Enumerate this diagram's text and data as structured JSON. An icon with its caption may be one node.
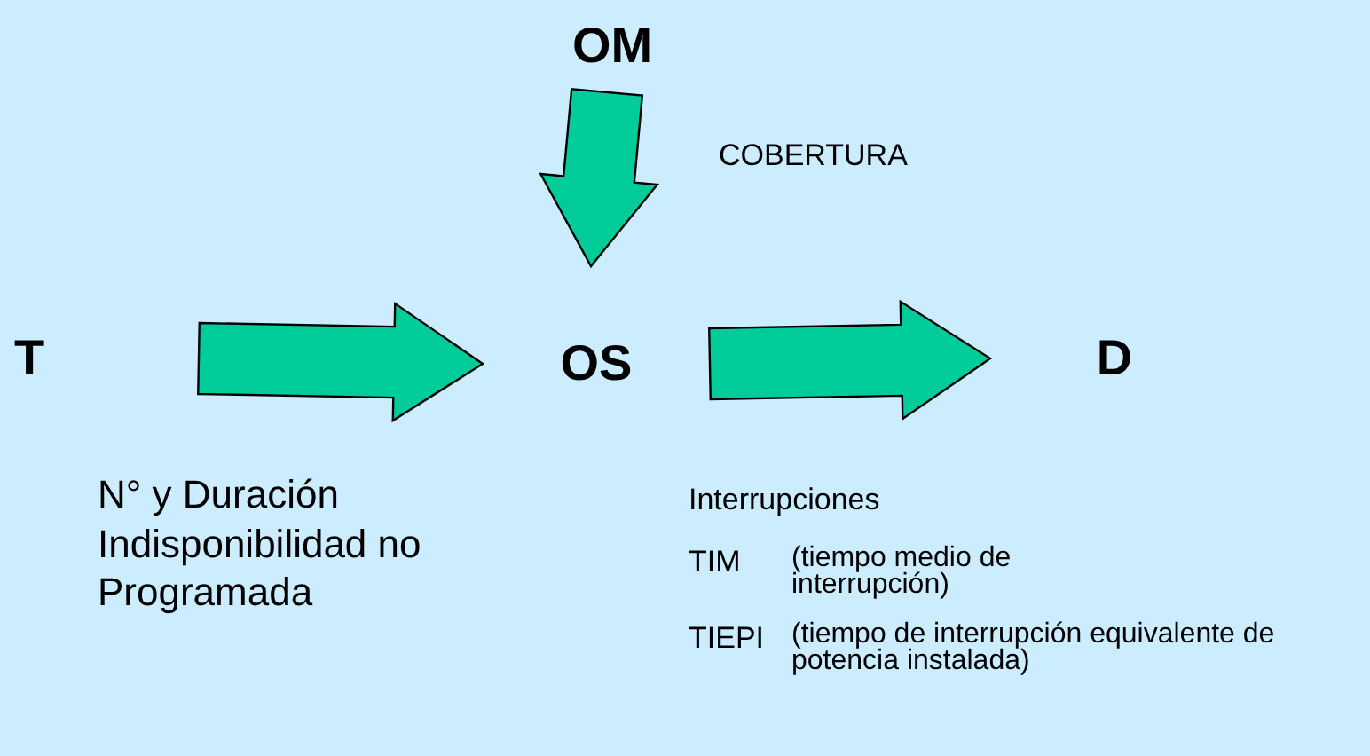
{
  "diagram": {
    "nodes": [
      {
        "text": [
          "OM"
        ]
      },
      {
        "text": [
          "T"
        ]
      },
      {
        "text": [
          "OS"
        ]
      },
      {
        "text": [
          "D"
        ]
      }
    ],
    "edges": [
      {
        "from": 0,
        "to": 2,
        "arrow": "to",
        "label": "COBERTURA"
      },
      {
        "from": 1,
        "to": 2,
        "arrow": "to",
        "label": "N° y Duración Indisponibilidad no Programada"
      },
      {
        "from": 2,
        "to": 3,
        "arrow": "to"
      }
    ],
    "labels": [
      "Interrupciones",
      "TIM",
      "(tiempo medio de interrupción)",
      "TIEPI",
      "(tiempo de interrupción equivalente de potencia instalada)"
    ]
  }
}
